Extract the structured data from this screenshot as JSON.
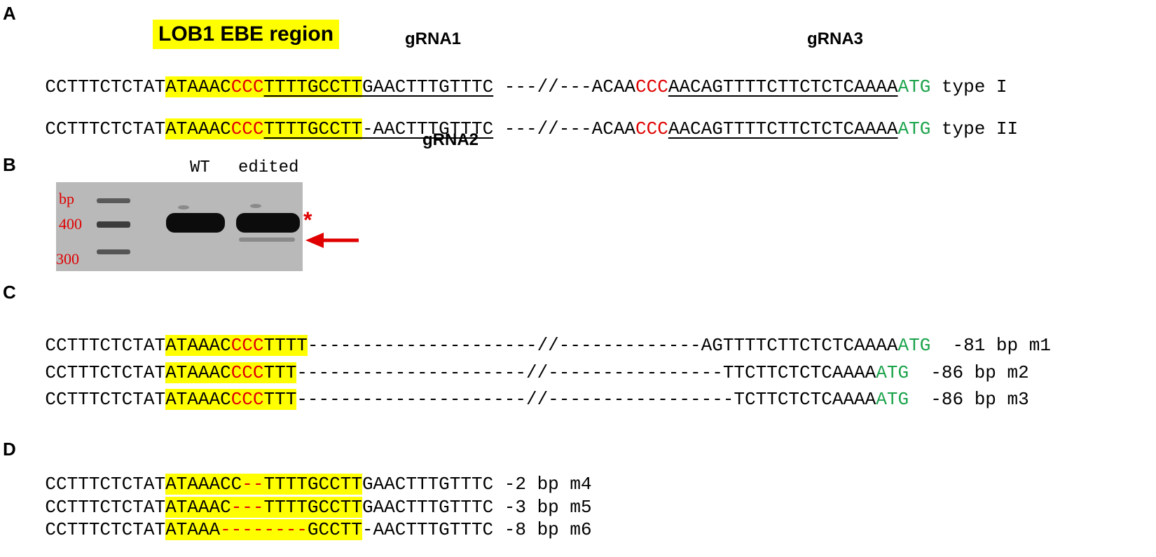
{
  "colors": {
    "highlight": "#ffff00",
    "pam": "#e00000",
    "start_codon": "#1aa34a",
    "deletion": "#e00000",
    "arrow": "#e00000"
  },
  "panel_a": {
    "label": "A",
    "ebe_label": "LOB1 EBE region",
    "grna1": "gRNA1",
    "grna3": "gRNA3",
    "grna2": "gRNA2",
    "row1": {
      "s1": "CCTTTCTCTAT",
      "s2": "ATAAAC",
      "s3": "CCC",
      "s4": "TTTTGCCTT",
      "s5": "GAACTTTGTTTC",
      "s6": " ---//---",
      "s7": "ACAA",
      "s8": "CCC",
      "s9": "AACAGTTTTCTTCTCTCAAAA",
      "s10": "ATG",
      "s11": " type I"
    },
    "row2": {
      "s1": "CCTTTCTCTAT",
      "s2": "ATAAAC",
      "s3": "CCC",
      "s4": "TTTTGCCTT",
      "s5": "-AACTTTGTTTC",
      "s6": " ---//---",
      "s7": "ACAA",
      "s8": "CCC",
      "s9": "AACAGTTTTCTTCTCTCAAAA",
      "s10": "ATG",
      "s11": " type II"
    }
  },
  "panel_b": {
    "label": "B",
    "lane_wt": "WT",
    "lane_edited": "edited",
    "marker_unit": "bp",
    "marker_400": "400",
    "marker_300": "300",
    "star": "*"
  },
  "panel_c": {
    "label": "C",
    "rows": [
      {
        "s1": "CCTTTCTCTAT",
        "s2": "ATAAAC",
        "s3": "CCC",
        "s4": "TTTT",
        "s5": "---------------------//-------------",
        "s6": "AGTTTTCTTCTCTCAAAA",
        "s7": "ATG",
        "s8": "  -81 bp m1"
      },
      {
        "s1": "CCTTTCTCTAT",
        "s2": "ATAAAC",
        "s3": "CCC",
        "s4": "TTT",
        "s5": "---------------------//----------------",
        "s6": "TTCTTCTCTCAAAA",
        "s7": "ATG",
        "s8": "  -86 bp m2"
      },
      {
        "s1": "CCTTTCTCTAT",
        "s2": "ATAAAC",
        "s3": "CCC",
        "s4": "TTT",
        "s5": "---------------------//-----------------",
        "s6": "TCTTCTCTCAAAA",
        "s7": "ATG",
        "s8": "  -86 bp m3"
      }
    ]
  },
  "panel_d": {
    "label": "D",
    "rows": [
      {
        "s1": "CCTTTCTCTAT",
        "s2": "ATAAACC",
        "s3": "--",
        "s4": "TTTTGCCTT",
        "s5": "GAACTTTGTTTC -2 bp m4"
      },
      {
        "s1": "CCTTTCTCTAT",
        "s2": "ATAAAC",
        "s3": "---",
        "s4": "TTTTGCCTT",
        "s5": "GAACTTTGTTTC -3 bp m5"
      },
      {
        "s1": "CCTTTCTCTAT",
        "s2": "ATAAA",
        "s3": "--------",
        "s4": "GCCTT",
        "s5": "-AACTTTGTTTC -8 bp m6"
      }
    ]
  }
}
